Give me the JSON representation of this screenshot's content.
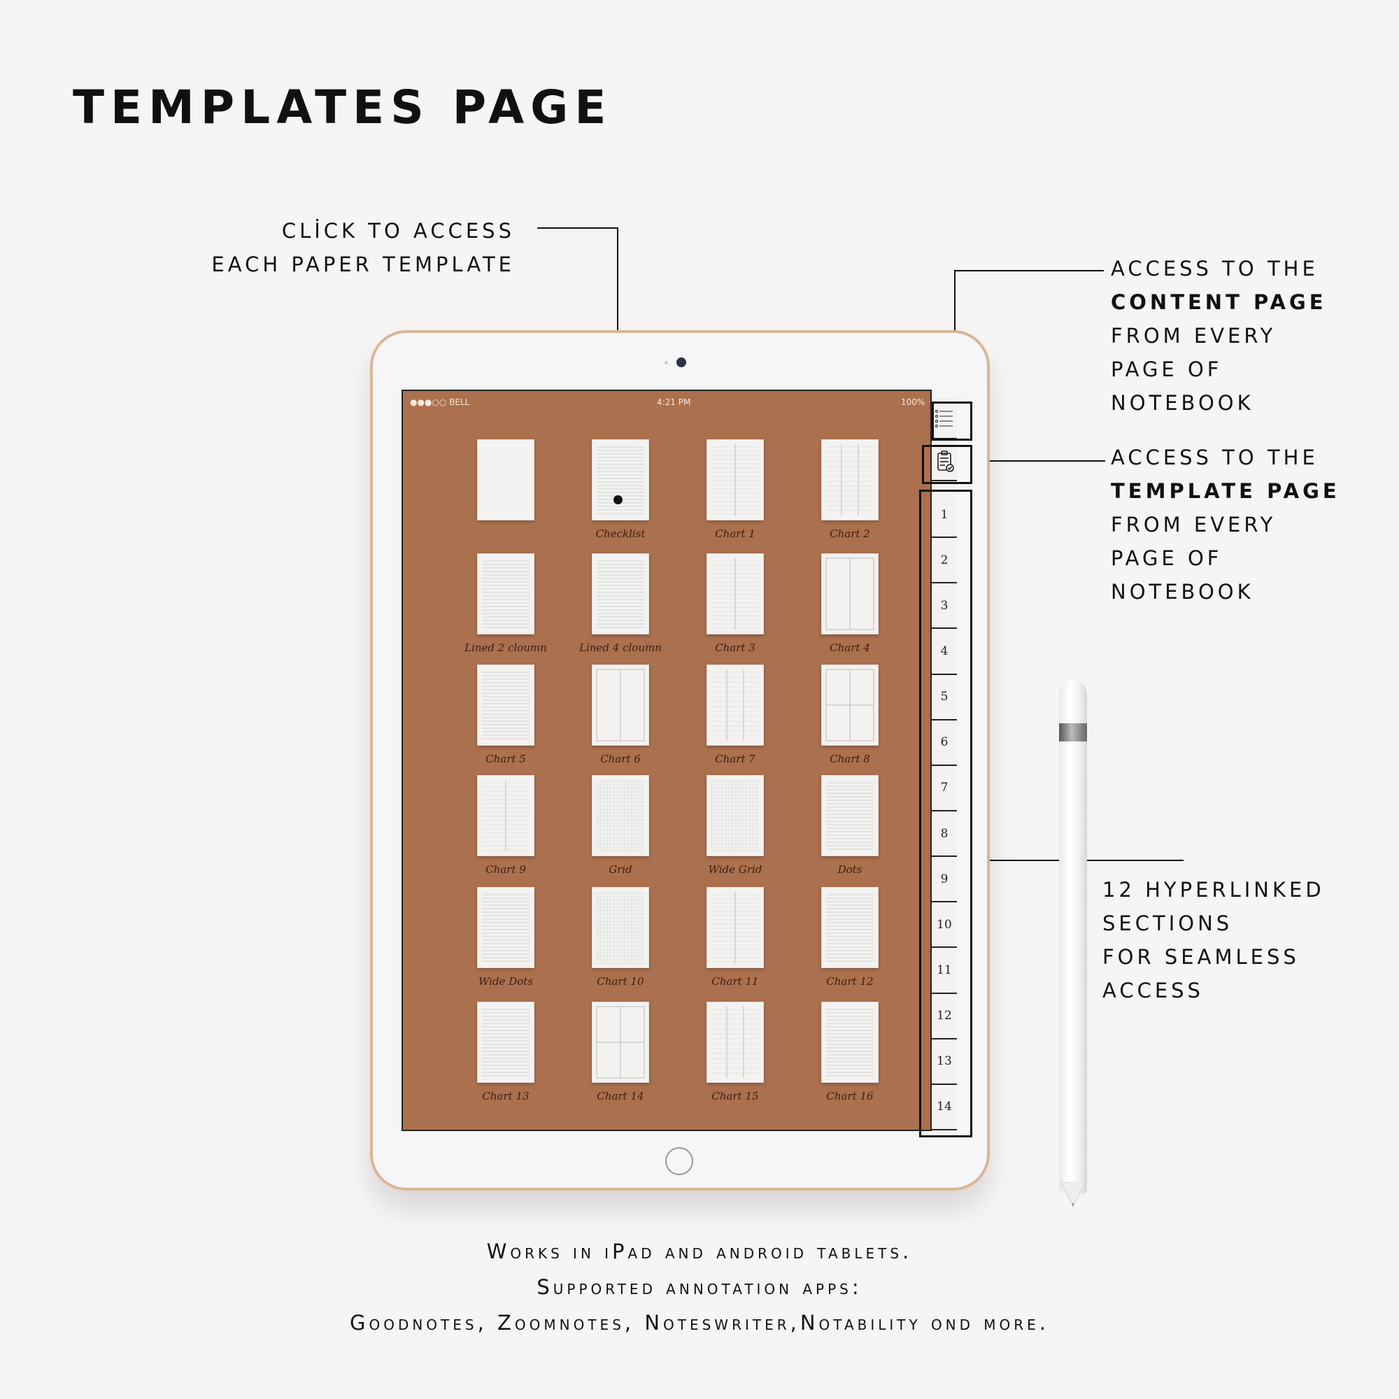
{
  "title": "TEMPLATES PAGE",
  "callouts": {
    "paper_template": [
      "CLİCK TO ACCESS",
      "EACH PAPER TEMPLATE"
    ],
    "content_page": [
      "ACCESS TO THE",
      "CONTENT PAGE",
      "FROM EVERY",
      "PAGE OF",
      "NOTEBOOK"
    ],
    "template_page": [
      "ACCESS TO THE",
      "TEMPLATE PAGE",
      "FROM EVERY",
      "PAGE OF",
      "NOTEBOOK"
    ],
    "sections": [
      "12 HYPERLINKED",
      "SECTIONS",
      "FOR SEAMLESS",
      "ACCESS"
    ]
  },
  "status_bar": {
    "carrier": "●●●○○ BELL",
    "time": "4:21 PM",
    "battery": "100%"
  },
  "templates": [
    {
      "label": ""
    },
    {
      "label": "Checklist"
    },
    {
      "label": "Chart 1"
    },
    {
      "label": "Chart 2"
    },
    {
      "label": "Lined 2 cloumn"
    },
    {
      "label": "Lined 4 cloumn"
    },
    {
      "label": "Chart 3"
    },
    {
      "label": "Chart 4"
    },
    {
      "label": "Chart 5"
    },
    {
      "label": "Chart 6"
    },
    {
      "label": "Chart 7"
    },
    {
      "label": "Chart 8"
    },
    {
      "label": "Chart 9"
    },
    {
      "label": "Grid"
    },
    {
      "label": "Wide Grid"
    },
    {
      "label": "Dots"
    },
    {
      "label": "Wide Dots"
    },
    {
      "label": "Chart 10"
    },
    {
      "label": "Chart 11"
    },
    {
      "label": "Chart 12"
    },
    {
      "label": "Chart 13"
    },
    {
      "label": "Chart 14"
    },
    {
      "label": "Chart 15"
    },
    {
      "label": "Chart 16"
    }
  ],
  "side_tabs": {
    "icons": [
      "list-icon",
      "clipboard-check-icon"
    ],
    "numbers": [
      "1",
      "2",
      "3",
      "4",
      "5",
      "6",
      "7",
      "8",
      "9",
      "10",
      "11",
      "12",
      "13",
      "14"
    ]
  },
  "footer": [
    "Works in iPad and android tablets.",
    "Supported annotation apps:",
    "Goodnotes, Zoomnotes, Noteswriter,Notability ond more."
  ]
}
